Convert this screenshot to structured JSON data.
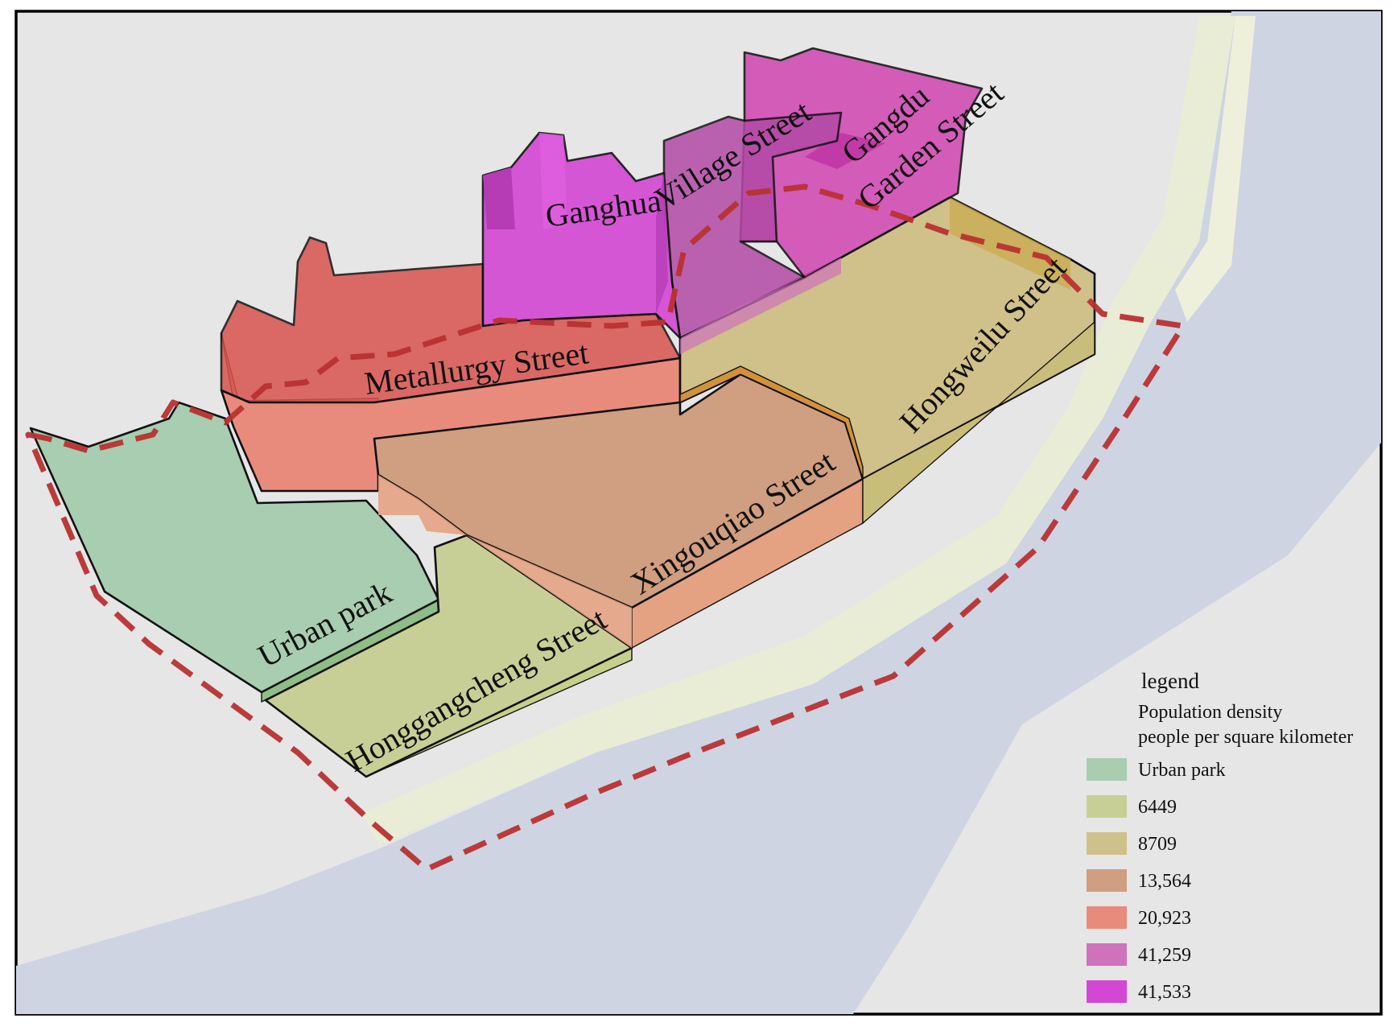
{
  "streets": [
    {
      "id": "urban-park",
      "label": "Urban park",
      "category": "Urban park"
    },
    {
      "id": "honggangcheng",
      "label": "Honggangcheng Street",
      "category": "6449"
    },
    {
      "id": "xingouqiao",
      "label": "Xingouqiao Street",
      "category": "13,564"
    },
    {
      "id": "hongweilu",
      "label": "Hongweilu Street",
      "category": "8709"
    },
    {
      "id": "metallurgy",
      "label": "Metallurgy Street",
      "category": "20,923"
    },
    {
      "id": "ganghua",
      "label": "Ganghua",
      "category": "41,533"
    },
    {
      "id": "village",
      "label": "Village Street",
      "category": "41,259"
    },
    {
      "id": "gangdu-1",
      "label": "Gangdu",
      "category": "41,259"
    },
    {
      "id": "gangdu-2",
      "label": "Garden Street",
      "category": "41,259"
    }
  ],
  "legend": {
    "title": "legend",
    "subtitle_1": "Population density",
    "subtitle_2": "people per square kilometer",
    "items": [
      {
        "label": "Urban park",
        "color": "#a8cdb0"
      },
      {
        "label": "6449",
        "color": "#c8cf96"
      },
      {
        "label": "8709",
        "color": "#d0c08a"
      },
      {
        "label": "13,564",
        "color": "#d09e80"
      },
      {
        "label": "20,923",
        "color": "#e98b7c"
      },
      {
        "label": "41,259",
        "color": "#cf72bb"
      },
      {
        "label": "41,533",
        "color": "#d447d4"
      }
    ]
  },
  "colors": {
    "land": "#e6e6e6",
    "river": "#ced4e2",
    "riverbank": "#e9edd6",
    "boundary": "#b83232"
  }
}
